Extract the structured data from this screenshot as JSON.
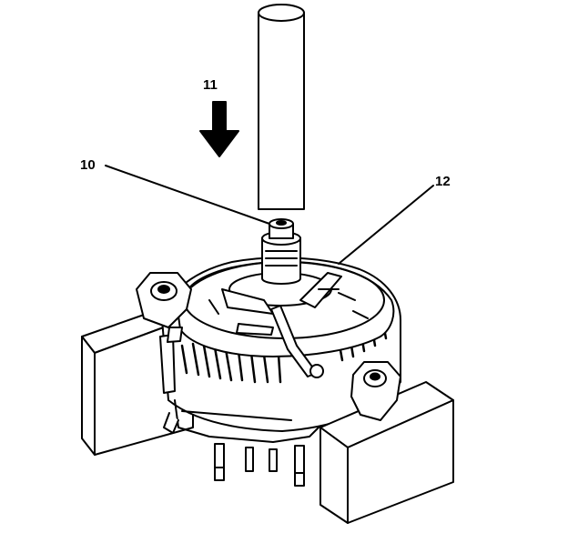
{
  "figure": {
    "callouts": {
      "pressing_direction": "11",
      "shaft": "10",
      "generator": "12"
    },
    "colors": {
      "ink": "#000000",
      "paper": "#ffffff"
    }
  }
}
